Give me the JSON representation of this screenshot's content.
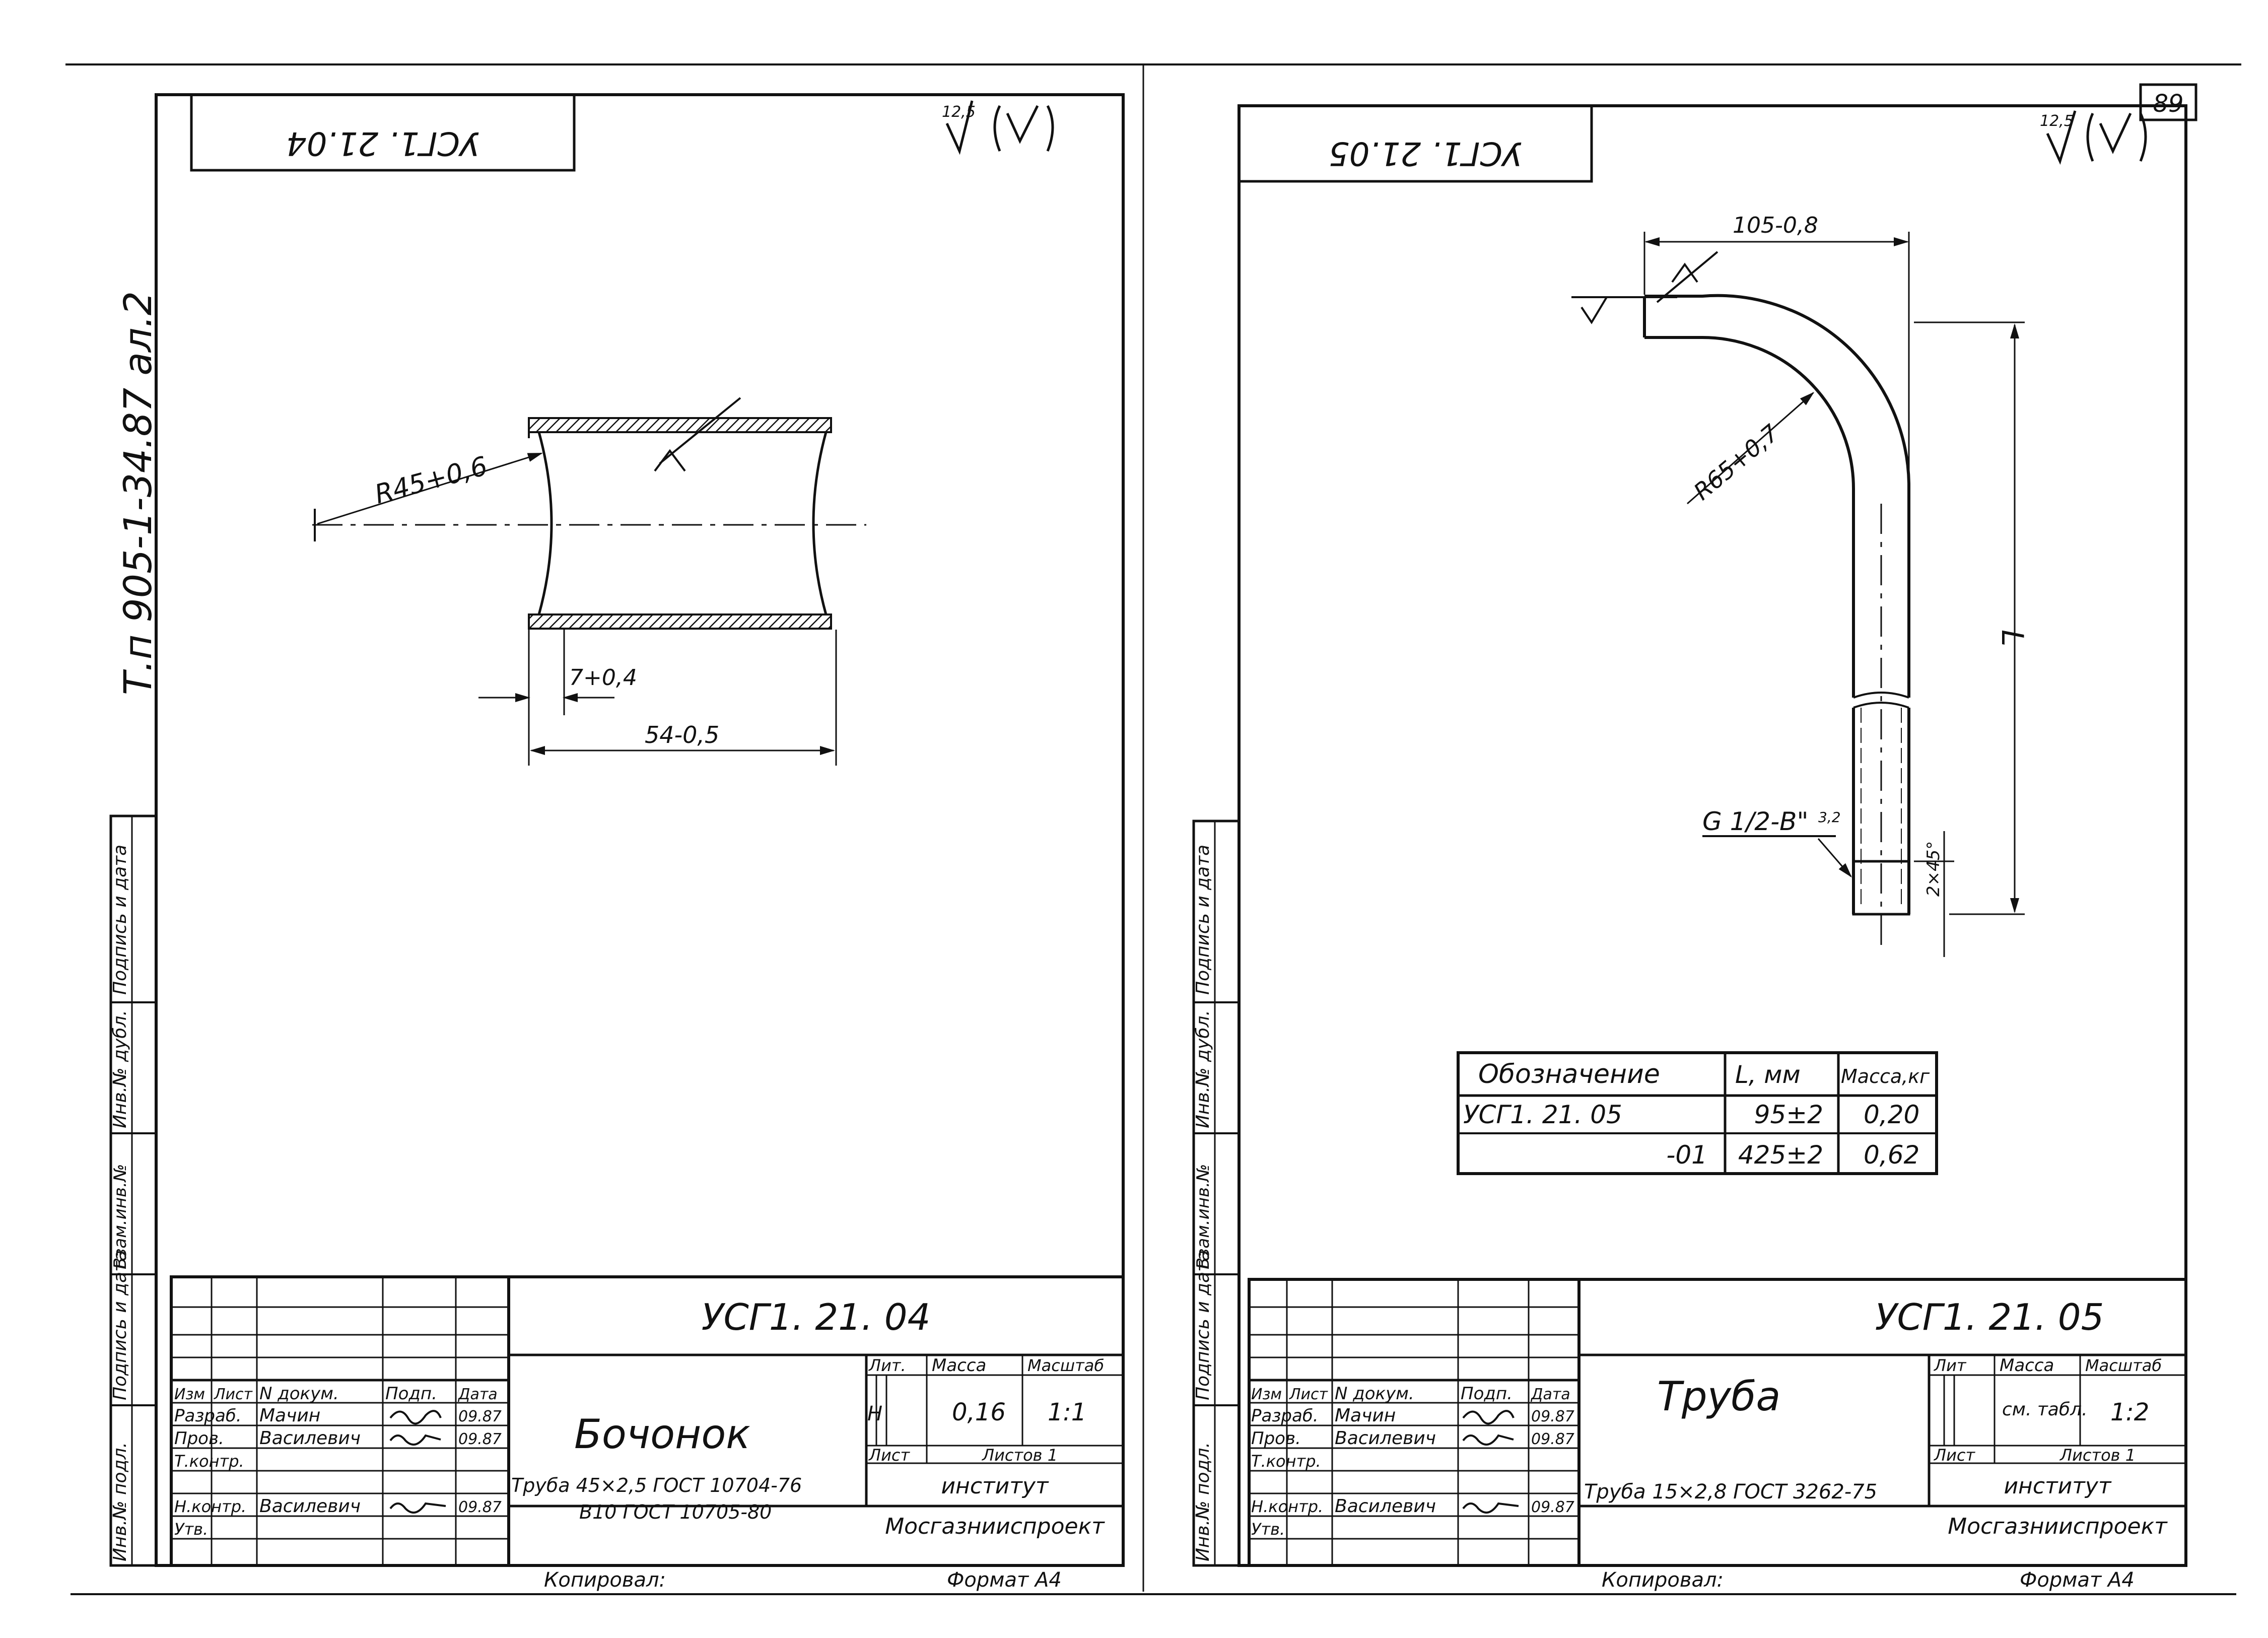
{
  "page_number": "89",
  "margin_text": "Т.п  905-1-34.87   ал.2",
  "side_stamp": [
    "Инв.№ подл.",
    "Подпись и дата",
    "Взам.инв.№",
    "Инв.№ дубл.",
    "Подпись и дата"
  ],
  "left": {
    "top_stamp": "УСГ1. 21.04",
    "roughness_value": "12,5",
    "dims": {
      "radius": "R45+0,6",
      "wall": "7+0,4",
      "length": "54-0,5"
    },
    "title_block": {
      "designation": "УСГ1. 21. 04",
      "name": "Бочонок",
      "col_headers": [
        "Изм",
        "Лист",
        "N докум.",
        "Подп.",
        "Дата"
      ],
      "rows": [
        {
          "role": "Разраб.",
          "name": "Мачин",
          "sign": "",
          "date": "09.87"
        },
        {
          "role": "Пров.",
          "name": "Василевич",
          "sign": "",
          "date": "09.87"
        },
        {
          "role": "Т.контр.",
          "name": "",
          "sign": "",
          "date": ""
        },
        {
          "role": "",
          "name": "",
          "sign": "",
          "date": ""
        },
        {
          "role": "Н.контр.",
          "name": "Василевич",
          "sign": "",
          "date": "09.87"
        },
        {
          "role": "Утв.",
          "name": "",
          "sign": "",
          "date": ""
        }
      ],
      "lit_label": "Лит.",
      "mass_label": "Масса",
      "scale_label": "Масштаб",
      "lit_value": "Н",
      "mass_value": "0,16",
      "scale_value": "1:1",
      "sheet_label": "Лист",
      "sheets_label": "Листов 1",
      "material_line1": "Труба  45×2,5 ГОСТ 10704-76",
      "material_line2": "В10 ГОСТ 10705-80",
      "org_line1": "институт",
      "org_line2": "Мосгазнииспроект"
    },
    "copied_by": "Копировал:",
    "format": "Формат А4"
  },
  "right": {
    "top_stamp": "УСГ1. 21.05",
    "roughness_value": "12,5",
    "dims": {
      "width": "105-0,8",
      "radius": "R65+0,7",
      "length": "L",
      "thread": "G 1/2-B\"",
      "thread_ra": "3,2",
      "chamfer": "2×45°"
    },
    "spec_table": {
      "headers": [
        "Обозначение",
        "L, мм",
        "Масса,кг"
      ],
      "rows": [
        [
          "УСГ1. 21. 05",
          "95±2",
          "0,20"
        ],
        [
          "-01",
          "425±2",
          "0,62"
        ]
      ]
    },
    "title_block": {
      "designation": "УСГ1. 21. 05",
      "name": "Труба",
      "col_headers": [
        "Изм",
        "Лист",
        "N докум.",
        "Подп.",
        "Дата"
      ],
      "rows": [
        {
          "role": "Разраб.",
          "name": "Мачин",
          "sign": "",
          "date": "09.87"
        },
        {
          "role": "Пров.",
          "name": "Василевич",
          "sign": "",
          "date": "09.87"
        },
        {
          "role": "Т.контр.",
          "name": "",
          "sign": "",
          "date": ""
        },
        {
          "role": "",
          "name": "",
          "sign": "",
          "date": ""
        },
        {
          "role": "Н.контр.",
          "name": "Василевич",
          "sign": "",
          "date": "09.87"
        },
        {
          "role": "Утв.",
          "name": "",
          "sign": "",
          "date": ""
        }
      ],
      "lit_label": "Лит",
      "mass_label": "Масса",
      "scale_label": "Масштаб",
      "mass_value": "см. табл.",
      "scale_value": "1:2",
      "sheet_label": "Лист",
      "sheets_label": "Листов 1",
      "material_line1": "Труба 15×2,8 ГОСТ 3262-75",
      "org_line1": "институт",
      "org_line2": "Мосгазнииспроект"
    },
    "copied_by": "Копировал:",
    "format": "Формат А4"
  }
}
